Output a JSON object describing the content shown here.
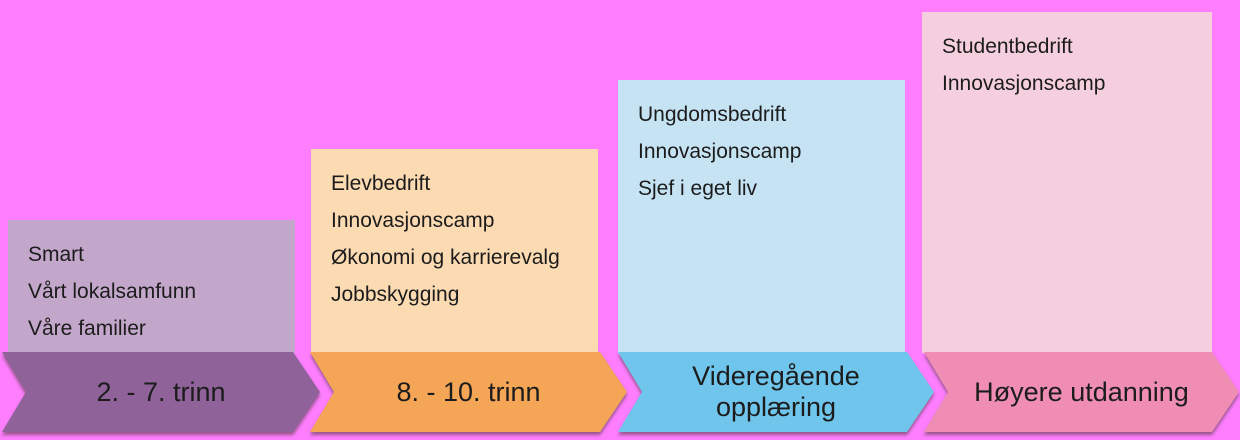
{
  "background_color": "#fe7eff",
  "text_color": "#1c1c1c",
  "stages": [
    {
      "id": "grades-2-7",
      "box_color": "#c3a7cb",
      "arrow_color": "#8f6299",
      "programs": [
        "Smart",
        "Vårt lokalsamfunn",
        "Våre familier"
      ],
      "label": "2. - 7. trinn"
    },
    {
      "id": "grades-8-10",
      "box_color": "#fcdab2",
      "arrow_color": "#f4a556",
      "programs": [
        "Elevbedrift",
        "Innovasjonscamp",
        "Økonomi og karrierevalg",
        "Jobbskygging"
      ],
      "label": "8. - 10. trinn"
    },
    {
      "id": "upper-secondary",
      "box_color": "#c6e3f4",
      "arrow_color": "#6fc5ec",
      "programs": [
        "Ungdomsbedrift",
        "Innovasjonscamp",
        "Sjef i eget liv"
      ],
      "label": "Videregående opplæring"
    },
    {
      "id": "higher-education",
      "box_color": "#f6cfde",
      "arrow_color": "#ef8db4",
      "programs": [
        "Studentbedrift",
        "Innovasjonscamp"
      ],
      "label": "Høyere utdanning"
    }
  ]
}
